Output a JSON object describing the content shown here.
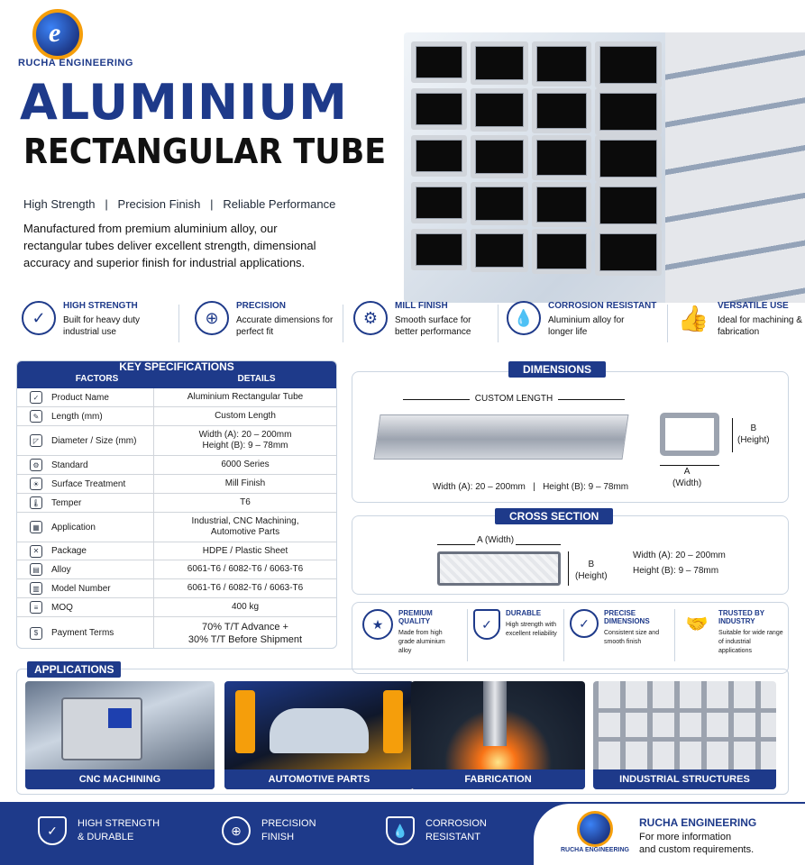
{
  "brand": {
    "name": "RUCHA ENGINEERING",
    "logo_letter": "e"
  },
  "hero": {
    "title_line1": "ALUMINIUM",
    "title_line2": "RECTANGULAR TUBE",
    "tagline": "High Strength   |   Precision Finish   |   Reliable Performance",
    "intro": "Manufactured from premium aluminium alloy, our rectangular tubes deliver excellent strength, dimensional accuracy and superior finish for industrial applications."
  },
  "features": [
    {
      "icon": "shield-check-icon",
      "title": "HIGH STRENGTH",
      "desc": "Built for heavy duty industrial use"
    },
    {
      "icon": "target-icon",
      "title": "PRECISION",
      "desc": "Accurate dimensions for perfect fit"
    },
    {
      "icon": "gear-icon",
      "title": "MILL FINISH",
      "desc": "Smooth surface for better performance"
    },
    {
      "icon": "droplet-shield-icon",
      "title": "CORROSION RESISTANT",
      "desc": "Aluminium alloy for longer life"
    },
    {
      "icon": "thumbs-up-icon",
      "title": "VERSATILE USE",
      "desc": "Ideal for machining & fabrication"
    }
  ],
  "specs": {
    "title": "KEY SPECIFICATIONS",
    "col_factor": "FACTORS",
    "col_details": "DETAILS",
    "rows": [
      {
        "key": "Product Name",
        "value": "Aluminium Rectangular Tube"
      },
      {
        "key": "Length (mm)",
        "value": "Custom Length"
      },
      {
        "key": "Diameter / Size (mm)",
        "value": "Width (A): 20 – 200mm\nHeight (B): 9 – 78mm"
      },
      {
        "key": "Standard",
        "value": "6000 Series"
      },
      {
        "key": "Surface Treatment",
        "value": "Mill Finish"
      },
      {
        "key": "Temper",
        "value": "T6"
      },
      {
        "key": "Application",
        "value": "Industrial, CNC Machining,\nAutomotive Parts"
      },
      {
        "key": "Package",
        "value": "HDPE / Plastic Sheet"
      },
      {
        "key": "Alloy",
        "value": "6061-T6 / 6082-T6 / 6063-T6"
      },
      {
        "key": "Model Number",
        "value": "6061-T6 / 6082-T6 / 6063-T6"
      },
      {
        "key": "MOQ",
        "value": "400 kg"
      },
      {
        "key": "Payment Terms",
        "value": "70% T/T Advance +\n30% T/T Before Shipment"
      }
    ]
  },
  "dimensions": {
    "title": "DIMENSIONS",
    "length_label": "CUSTOM LENGTH",
    "footer": "Width (A): 20 – 200mm   |   Height (B): 9 – 78mm",
    "b_label": "B\n(Height)",
    "a_label": "A\n(Width)"
  },
  "cross": {
    "title": "CROSS SECTION",
    "a_label": "A (Width)",
    "b_label": "B\n(Height)",
    "width": "Width (A): 20 – 200mm",
    "height": "Height (B): 9 – 78mm"
  },
  "badges": [
    {
      "icon": "medal-icon",
      "title": "PREMIUM QUALITY",
      "desc": "Made from high grade aluminium alloy"
    },
    {
      "icon": "shield-check-icon",
      "title": "DURABLE",
      "desc": "High strength with excellent reliability"
    },
    {
      "icon": "check-circle-icon",
      "title": "PRECISE DIMENSIONS",
      "desc": "Consistent size and smooth finish"
    },
    {
      "icon": "handshake-icon",
      "title": "TRUSTED BY INDUSTRY",
      "desc": "Suitable for wide range of industrial applications"
    }
  ],
  "applications": {
    "title": "APPLICATIONS",
    "items": [
      "CNC MACHINING",
      "AUTOMOTIVE PARTS",
      "FABRICATION",
      "INDUSTRIAL STRUCTURES"
    ]
  },
  "footer": {
    "items": [
      {
        "icon": "shield-check-icon",
        "label": "HIGH STRENGTH\n& DURABLE"
      },
      {
        "icon": "target-icon",
        "label": "PRECISION\nFINISH"
      },
      {
        "icon": "droplet-shield-icon",
        "label": "CORROSION\nRESISTANT"
      }
    ],
    "contact_title": "RUCHA ENGINEERING",
    "contact_text": "For more information\nand custom requirements."
  }
}
